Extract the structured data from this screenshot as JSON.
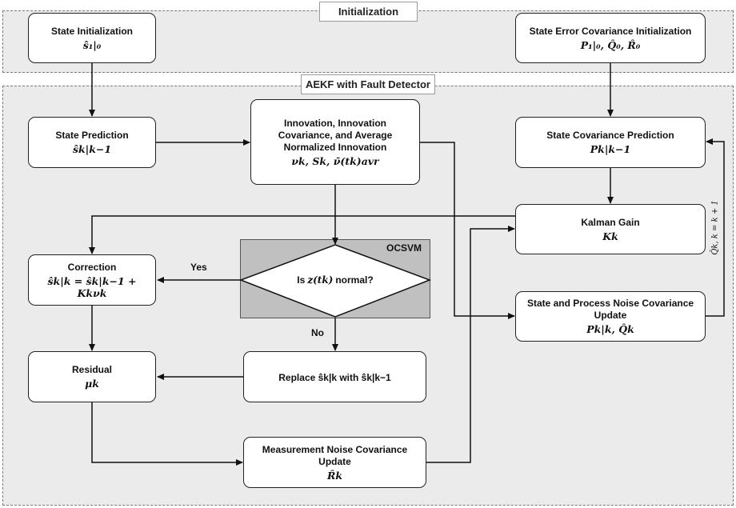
{
  "regions": {
    "init": "Initialization",
    "aekf": "AEKF with Fault Detector",
    "ocsvm": "OCSVM"
  },
  "nodes": {
    "state_init": {
      "title": "State Initialization",
      "math": "ŝ₁|₀"
    },
    "cov_init": {
      "title": "State Error Covariance Initialization",
      "math": "P₁|₀, Q̂₀, R̂₀"
    },
    "state_pred": {
      "title": "State Prediction",
      "math": "ŝk|k−1"
    },
    "innovation": {
      "title": "Innovation, Innovation Covariance, and Average Normalized Innovation",
      "math": "νk, Sk, ν̄(tk)avr"
    },
    "cov_pred": {
      "title": "State Covariance Prediction",
      "math": "Pk|k−1"
    },
    "kalman_gain": {
      "title": "Kalman Gain",
      "math": "Kk"
    },
    "correction": {
      "title": "Correction",
      "math": "ŝk|k = ŝk|k−1 + Kkνk"
    },
    "decision": {
      "pre": "Is",
      "math": "z(tk)",
      "post": "normal?"
    },
    "noise_update": {
      "title": "State and Process Noise Covariance Update",
      "math": "Pk|k, Q̂k"
    },
    "residual": {
      "title": "Residual",
      "math": "μk"
    },
    "replace": {
      "title": "Replace ŝk|k with ŝk|k−1"
    },
    "meas_update": {
      "title": "Measurement Noise Covariance Update",
      "math": "R̂k"
    }
  },
  "edge_labels": {
    "yes": "Yes",
    "no": "No",
    "loop": "Q̂k, k = k + 1"
  }
}
